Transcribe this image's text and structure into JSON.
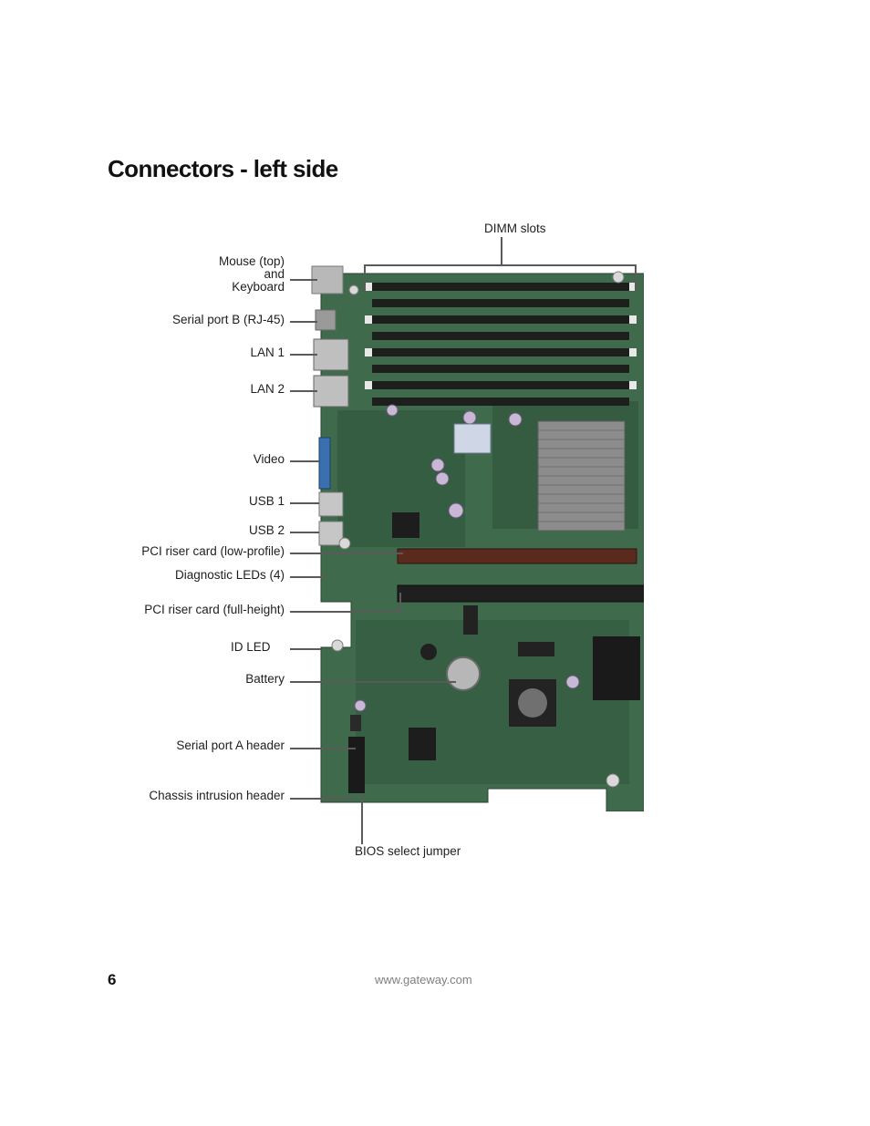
{
  "page": {
    "title": "Connectors - left side",
    "page_number": "6",
    "footer_url": "www.gateway.com"
  },
  "labels": {
    "dimm_slots": "DIMM slots",
    "mouse_line1": "Mouse (top)",
    "mouse_line2": "and",
    "mouse_line3": "Keyboard",
    "serial_b": "Serial port B (RJ-45)",
    "lan1": "LAN 1",
    "lan2": "LAN 2",
    "video": "Video",
    "usb1": "USB 1",
    "usb2": "USB 2",
    "pci_low": "PCI riser card (low-profile)",
    "diag_leds": "Diagnostic LEDs (4)",
    "pci_full": "PCI riser card (full-height)",
    "id_led": "ID LED",
    "battery": "Battery",
    "serial_a": "Serial port A header",
    "chassis": "Chassis intrusion header",
    "bios_jumper": "BIOS select jumper"
  },
  "colors": {
    "board_green": "#3f6b4c",
    "board_dark": "#2f5a3d",
    "dimm": "#1c1f1c",
    "pci_slot": "#5a2a1e",
    "heatsink": "#8c8c8c",
    "leader": "#5a5a5a"
  }
}
